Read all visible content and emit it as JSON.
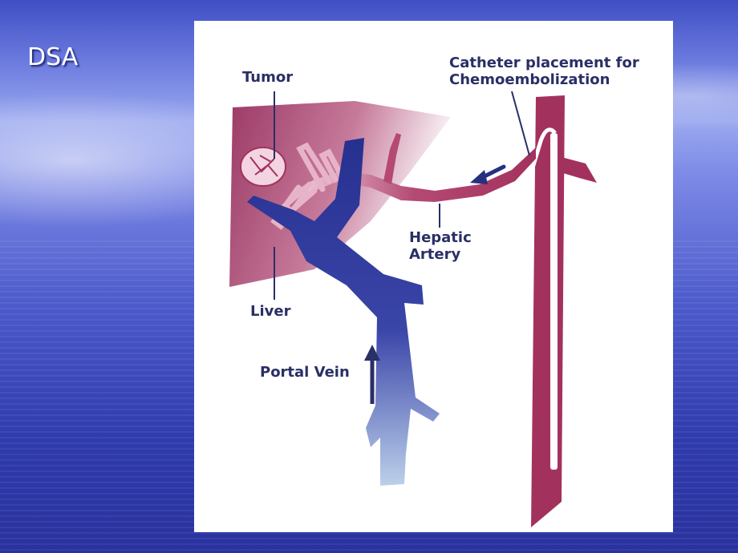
{
  "slide": {
    "title": "DSA"
  },
  "diagram": {
    "labels": {
      "tumor": "Tumor",
      "catheter": "Catheter placement for\nChemoembolization",
      "hepatic_artery": "Hepatic\nArtery",
      "liver": "Liver",
      "portal_vein": "Portal Vein"
    }
  },
  "colors": {
    "artery": "#a3315e",
    "liver": "#a84570",
    "portal_vein": "#2b3196",
    "label_text": "#2a2f66"
  }
}
